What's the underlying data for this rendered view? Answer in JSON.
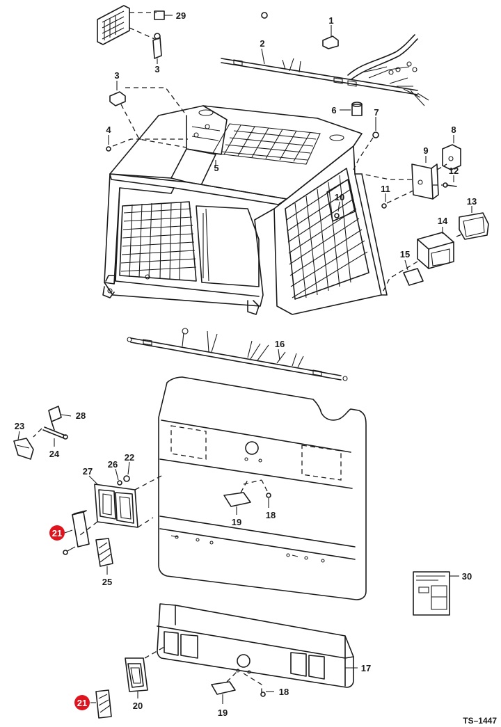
{
  "drawing_ref": "TS–1447",
  "highlight_color": "#e0141e",
  "callouts": {
    "c1": "1",
    "c2": "2",
    "c3a": "3",
    "c3b": "3",
    "c4": "4",
    "c5": "5",
    "c6": "6",
    "c7": "7",
    "c8": "8",
    "c9": "9",
    "c10": "10",
    "c11": "11",
    "c12": "12",
    "c13": "13",
    "c14": "14",
    "c15": "15",
    "c16": "16",
    "c17": "17",
    "c18a": "18",
    "c18b": "18",
    "c19a": "19",
    "c19b": "19",
    "c20": "20",
    "c21a": "21",
    "c21b": "21",
    "c22": "22",
    "c23": "23",
    "c24": "24",
    "c25": "25",
    "c26": "26",
    "c27": "27",
    "c28": "28",
    "c29": "29",
    "c30": "30"
  }
}
